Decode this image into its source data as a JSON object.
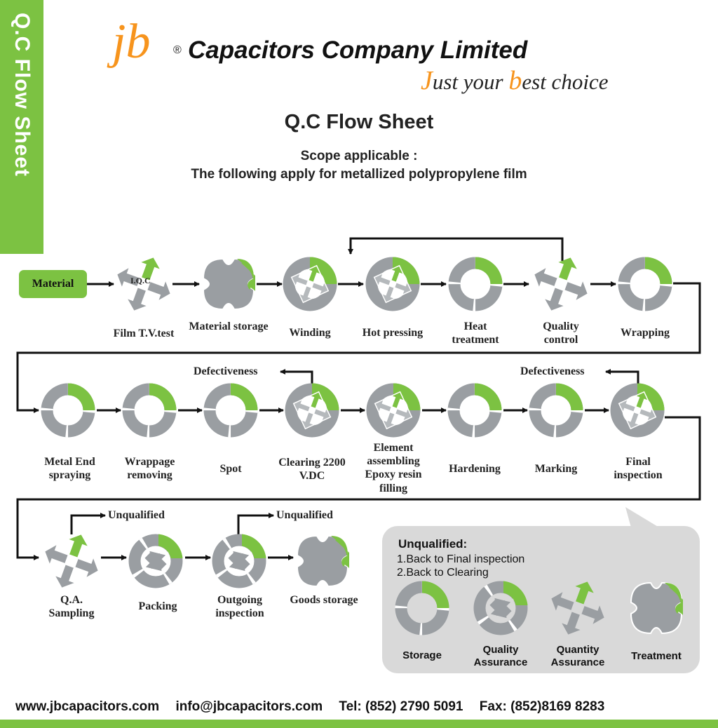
{
  "sidebar": {
    "label": "Q.C Flow Sheet"
  },
  "header": {
    "logo": "jb",
    "registered": "®",
    "company": "Capacitors Company Limited",
    "slogan_j": "J",
    "slogan_1": "ust your ",
    "slogan_b": "b",
    "slogan_2": "est choice"
  },
  "title": "Q.C Flow Sheet",
  "scope": {
    "line1": "Scope applicable :",
    "line2": "The following apply for metallized polypropylene film"
  },
  "start": "Material",
  "iqc": "I.Q.C",
  "row1": [
    "Film T.V.test",
    "Material storage",
    "Winding",
    "Hot pressing",
    "Heat treatment",
    "Quality control",
    "Wrapping"
  ],
  "row2": [
    "Metal End spraying",
    "Wrappage removing",
    "Spot",
    "Clearing 2200 V.DC",
    "Element assembling Epoxy resin filling",
    "Hardening",
    "Marking",
    "Final inspection"
  ],
  "row3": [
    "Q.A. Sampling",
    "Packing",
    "Outgoing inspection",
    "Goods storage"
  ],
  "notes": {
    "defect_clearing": "Defectiveness",
    "defect_final": "Defectiveness",
    "unq_qa": "Unqualified",
    "unq_outgoing": "Unqualified"
  },
  "legend": {
    "title": "Unqualified:",
    "items": [
      "1.Back to Final inspection",
      "2.Back to Clearing"
    ],
    "symbols": [
      "Storage",
      "Quality Assurance",
      "Quantity Assurance",
      "Treatment"
    ]
  },
  "footer": {
    "website": "www.jbcapacitors.com",
    "email": "info@jbcapacitors.com",
    "tel": "Tel: (852) 2790 5091",
    "fax": "Fax: (852)8169 8283"
  },
  "colors": {
    "green": "#7cc242",
    "orange": "#f7941d",
    "gray": "#9a9ea2",
    "dark": "#111111"
  }
}
